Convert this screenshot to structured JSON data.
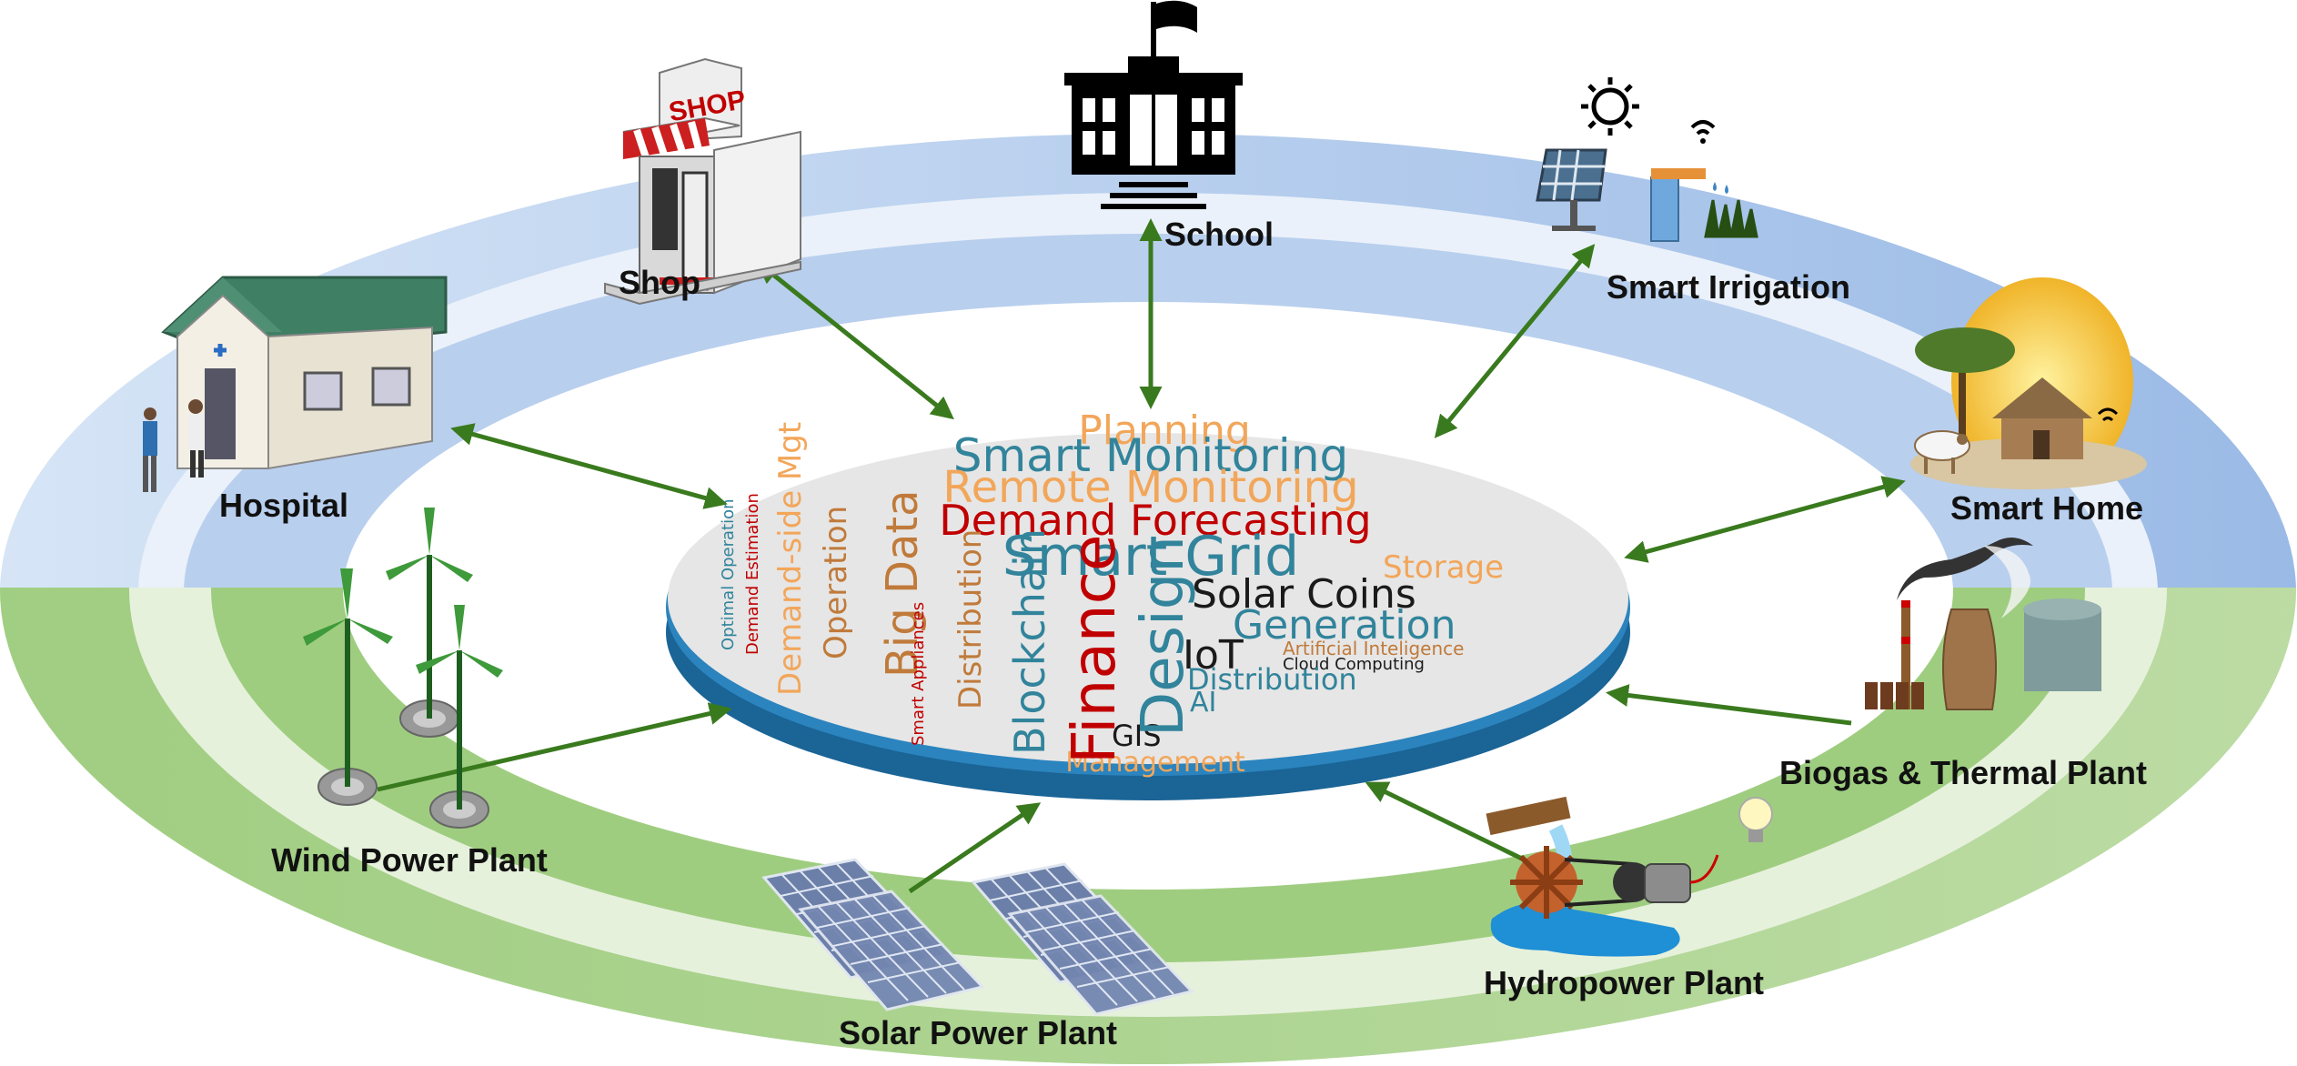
{
  "nodes": {
    "school": "School",
    "shop": "Shop",
    "hospital": "Hospital",
    "smart_irrigation": "Smart Irrigation",
    "smart_home": "Smart Home",
    "wind": "Wind Power Plant",
    "solar": "Solar Power Plant",
    "hydro": "Hydropower Plant",
    "biogas": "Biogas & Thermal Plant"
  },
  "shop_sign": "SHOP",
  "word_cloud": {
    "planning": "Planning",
    "smart_monitoring": "Smart Monitoring",
    "remote_monitoring": "Remote Monitoring",
    "demand_forecasting": "Demand Forecasting",
    "smart_grid": "Smart Grid",
    "storage": "Storage",
    "solar_coins": "Solar Coins",
    "generation": "Generation",
    "iot": "IoT",
    "artificial_intelligence": "Artificial Inteligence",
    "cloud_computing": "Cloud Computing",
    "distribution_h": "Distribution",
    "ai": "AI",
    "gis": "GIS",
    "management": "Management",
    "finance": "Finance",
    "design": "Design",
    "blockchain": "Blockchain",
    "distribution_v": "Distribution",
    "big_data": "Big Data",
    "operation": "Operation",
    "demand_side_mgt": "Demand-side Mgt",
    "demand_estimation": "Demand Estimation",
    "optimal_operation": "Optimal Operation",
    "smart_appliances": "Smart Appliances"
  },
  "colors": {
    "demand_ring_outer": "#cfdff3",
    "demand_ring_mid": "#9bbbe6",
    "supply_ring_outer": "#a9d08e",
    "supply_ring_light": "#e2efd9",
    "arrow": "#3a7a1e",
    "disk_top": "#e8e8e8",
    "disk_edge": "#1f6fa3",
    "word_red": "#c00000",
    "word_teal": "#31849b",
    "word_orange": "#f2a65a",
    "word_dark": "#1a1a1a",
    "word_brown": "#c07a3a"
  }
}
